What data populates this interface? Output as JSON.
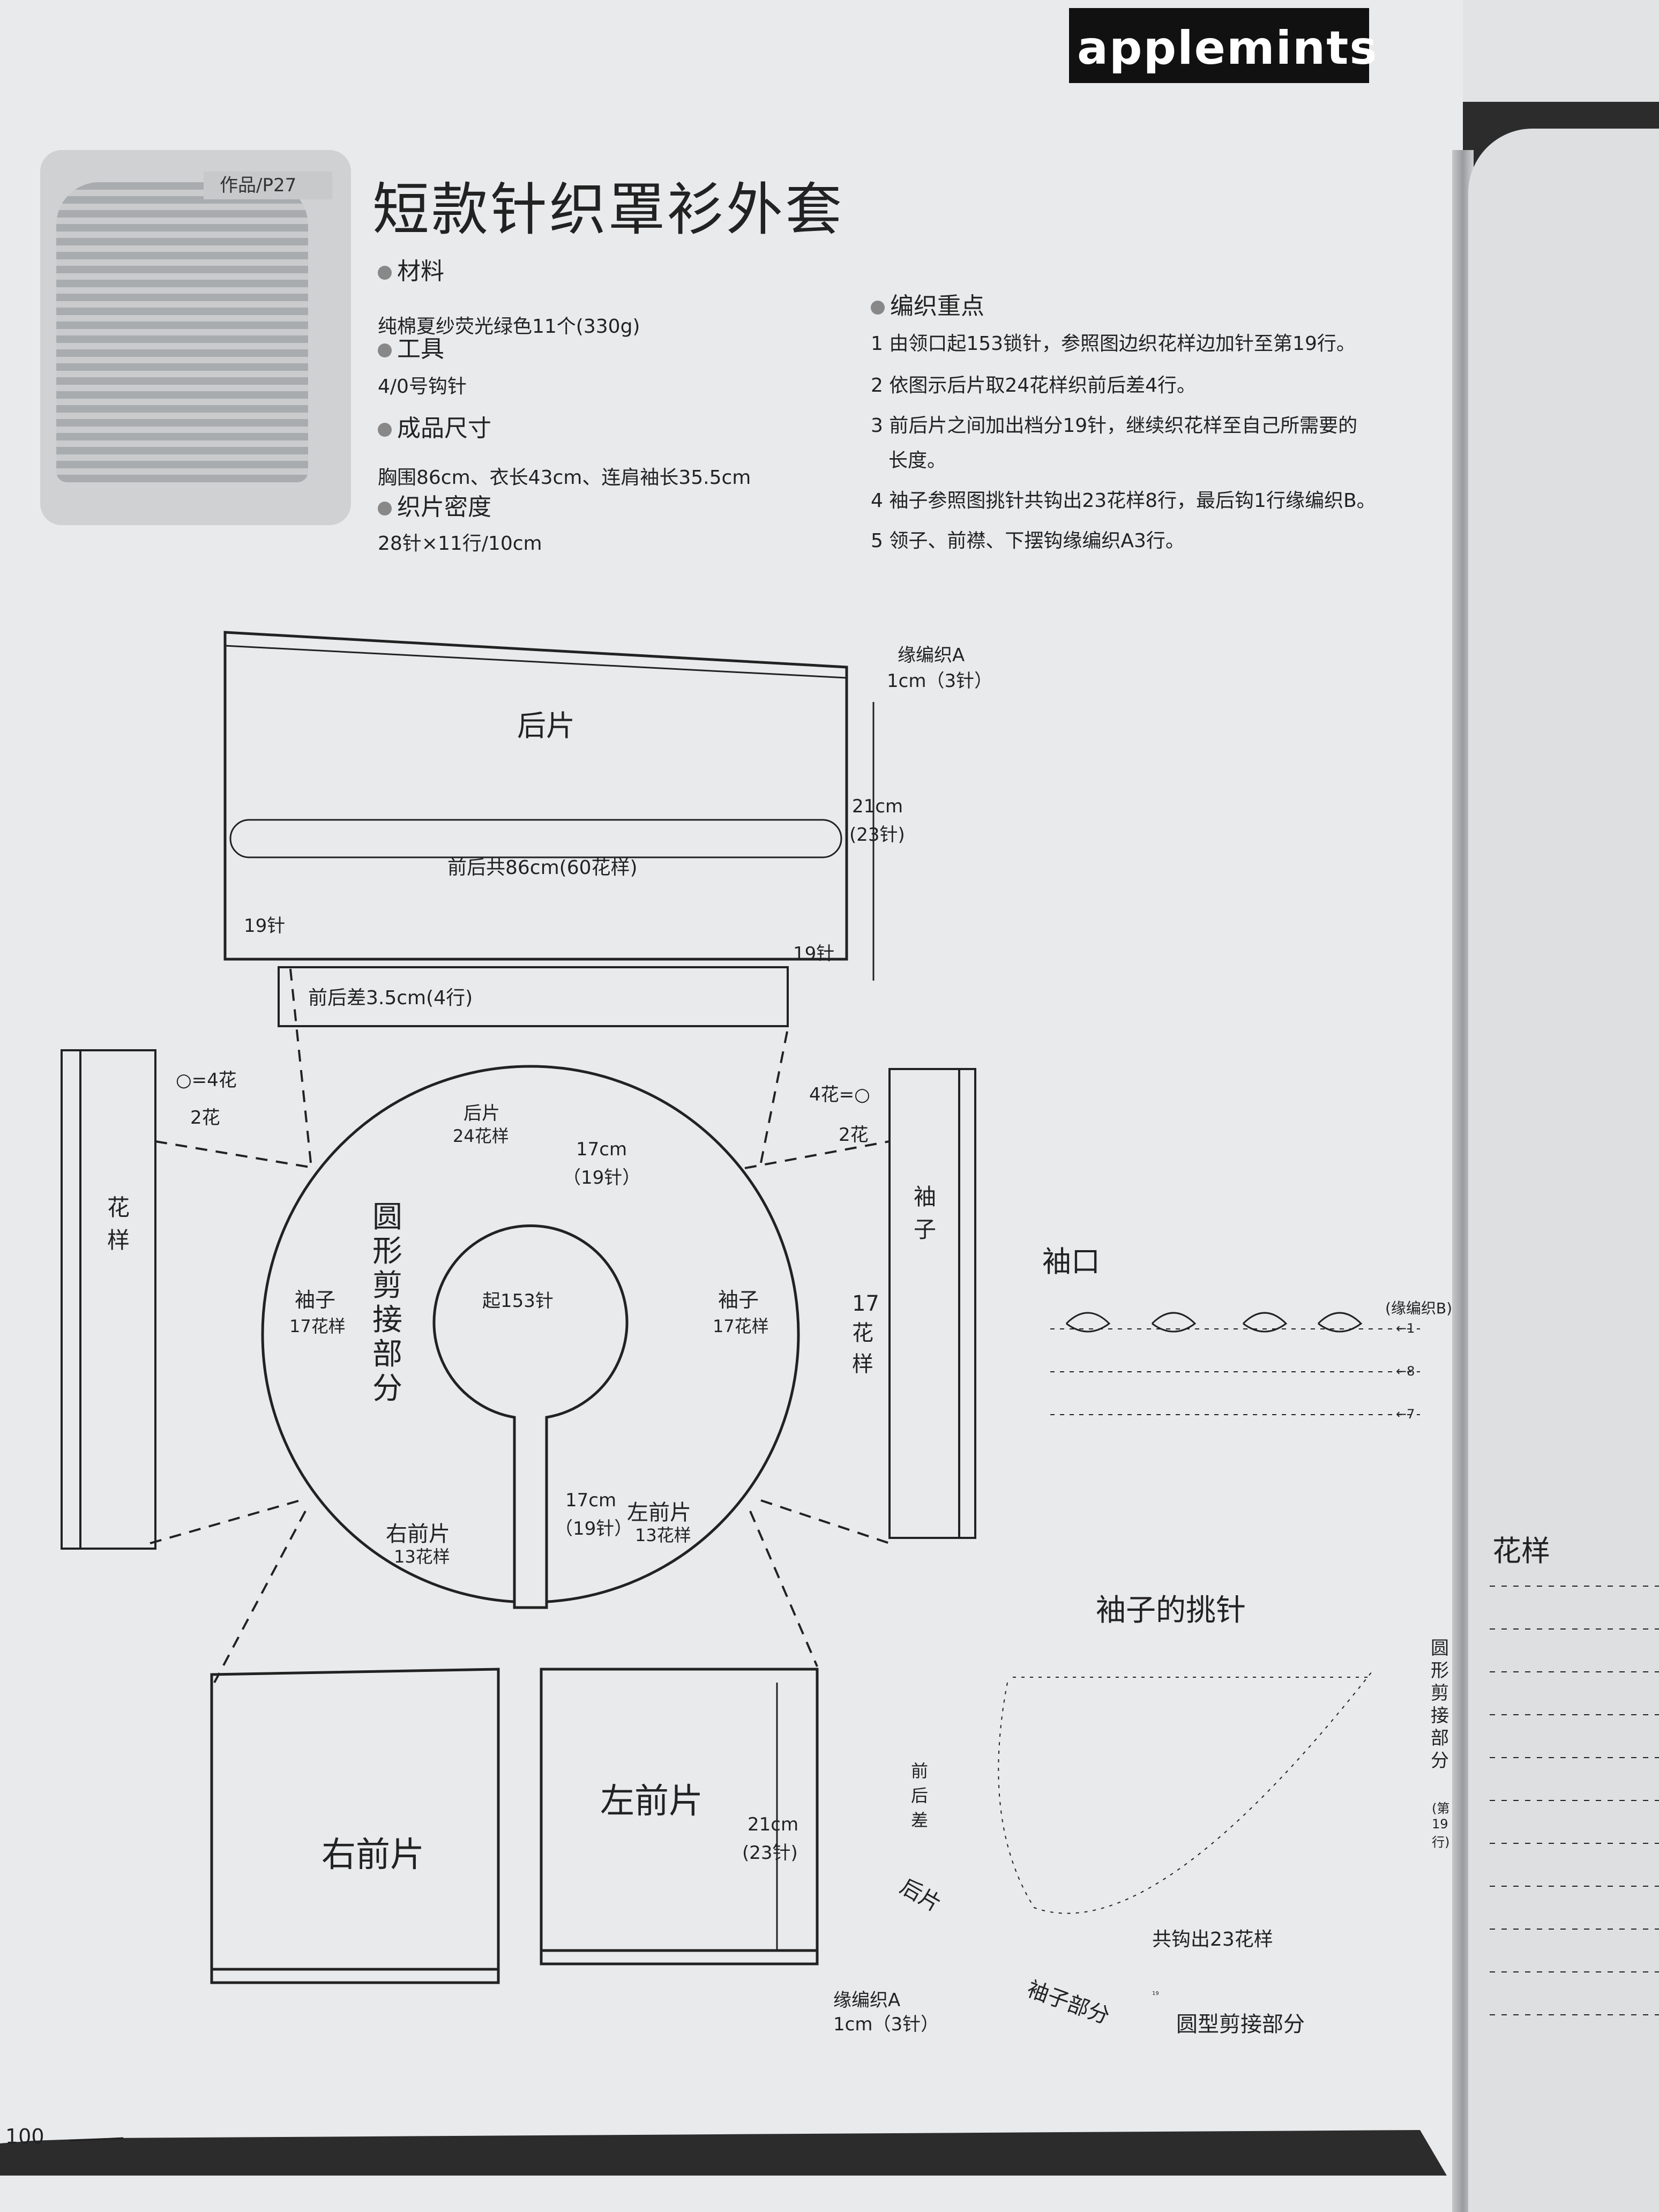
{
  "brand": "applemints",
  "photo_tag": "作品/P27",
  "title": "短款针织罩衫外套",
  "spec": {
    "materials_h": "材料",
    "materials": "纯棉夏纱荧光绿色11个(330g)",
    "tools_h": "工具",
    "tools": "4/0号钩针",
    "size_h": "成品尺寸",
    "size": "胸围86cm、衣长43cm、连肩袖长35.5cm",
    "gauge_h": "织片密度",
    "gauge": "28针×11行/10cm"
  },
  "points": {
    "h": "编织重点",
    "items": [
      "1 由领口起153锁针，参照图边织花样边加针至第19行。",
      "2 依图示后片取24花样织前后差4行。",
      "3 前后片之间加出档分19针，继续织花样至自己所需要的",
      "长度。",
      "4 袖子参照图挑针共钩出23花样8行，最后钩1行缘编织B。",
      "5 领子、前襟、下摆钩缘编织A3行。"
    ]
  },
  "diagram": {
    "back": "后片",
    "edge_a": "缘编织A",
    "edge_a_size": "1cm（3针）",
    "back_len": "21cm",
    "back_len_st": "(23针)",
    "total": "前后共86cm(60花样)",
    "s19": "19针",
    "diff": "前后差3.5cm(4行)",
    "eq4": "○=4花",
    "two": "2花",
    "four": "4花=○",
    "pattern": "花样",
    "sleeve": "袖子",
    "sleeve_len": "17",
    "sleeve_pat": "花样",
    "yoke_back": "后片",
    "yoke_back_n": "24花样",
    "yoke_d": "17cm",
    "yoke_d_st": "（19针）",
    "yoke_title": "圆形剪接部分",
    "start": "起153针",
    "yoke_sleeve": "袖子",
    "yoke_sleeve_n": "17花样",
    "right_front": "右前片",
    "front_n": "13花样",
    "left_front": "左前片",
    "front_big_r": "右前片",
    "front_big_l": "左前片"
  },
  "cuff": {
    "h": "袖口",
    "edge_b": "(缘编织B)",
    "r1": "←1",
    "r8": "←8",
    "r7": "←7"
  },
  "pickup": {
    "h": "袖子的挑针",
    "diff": "前后差",
    "back": "后片",
    "total": "共钩出23花样",
    "sleeve_part": "袖子部分",
    "yoke_part": "圆型剪接部分",
    "yoke_v": "圆形剪接部分",
    "row": "(第19行)",
    "n19": "19"
  },
  "right_page": {
    "pattern_h": "花样"
  },
  "page_num": "100"
}
